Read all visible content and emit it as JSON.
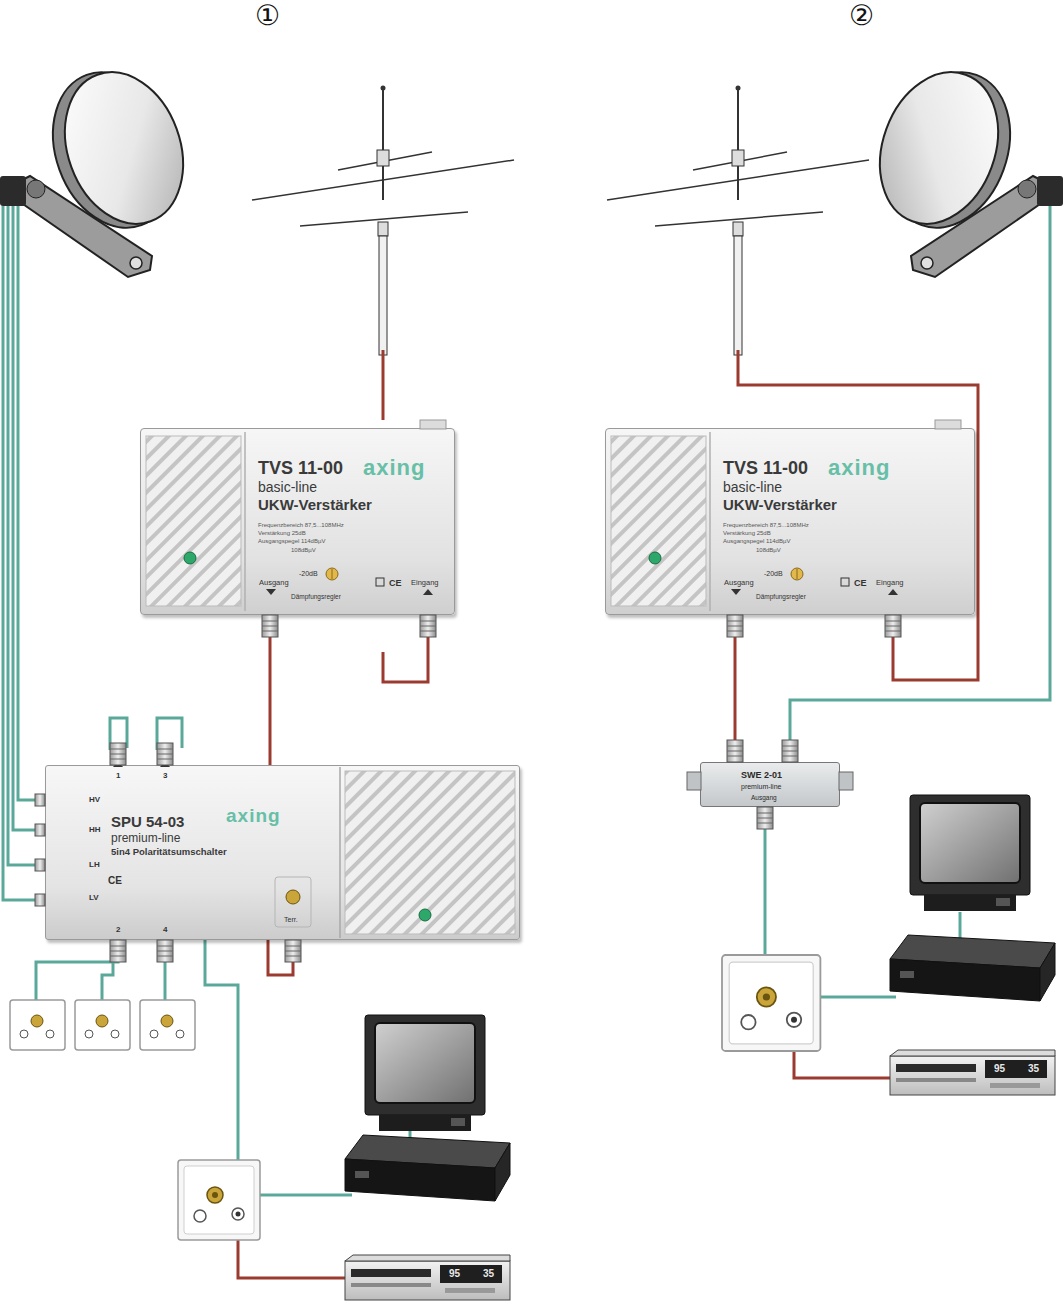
{
  "diagram": {
    "nodes": [
      {
        "text": [
          "TVS 11-00",
          "basic-line",
          "UKW-Verstärker",
          "axing",
          "Frequenzbereich 87,5...108MHz",
          "Verstärkung 25dB",
          "Ausgangspegel 114dBµV",
          "108dBµV",
          "Ausgang",
          "-20dB",
          "Dämpfungsregler",
          "CE",
          "Eingang"
        ]
      },
      {
        "text": [
          "TVS 11-00",
          "basic-line",
          "UKW-Verstärker",
          "axing",
          "Frequenzbereich 87,5...108MHz",
          "Verstärkung 25dB",
          "Ausgangspegel 114dBµV",
          "108dBµV",
          "Ausgang",
          "-20dB",
          "Dämpfungsregler",
          "CE",
          "Eingang"
        ]
      },
      {
        "text": [
          "HV",
          "HH",
          "LH",
          "LV",
          "1",
          "3",
          "SPU 54-03",
          "premium-line",
          "5in4 Polaritätsumschalter",
          "axing",
          "CE",
          "2",
          "4",
          "Terr."
        ]
      },
      {
        "text": [
          "SWE 2-01",
          "premium-line",
          "Ausgang"
        ]
      }
    ],
    "edges": [
      {
        "from": 0,
        "to": 2,
        "arrow": "none"
      },
      {
        "from": 1,
        "to": 3,
        "arrow": "none"
      }
    ],
    "labels": [
      "①",
      "②",
      "95",
      "35",
      "95",
      "35"
    ]
  }
}
